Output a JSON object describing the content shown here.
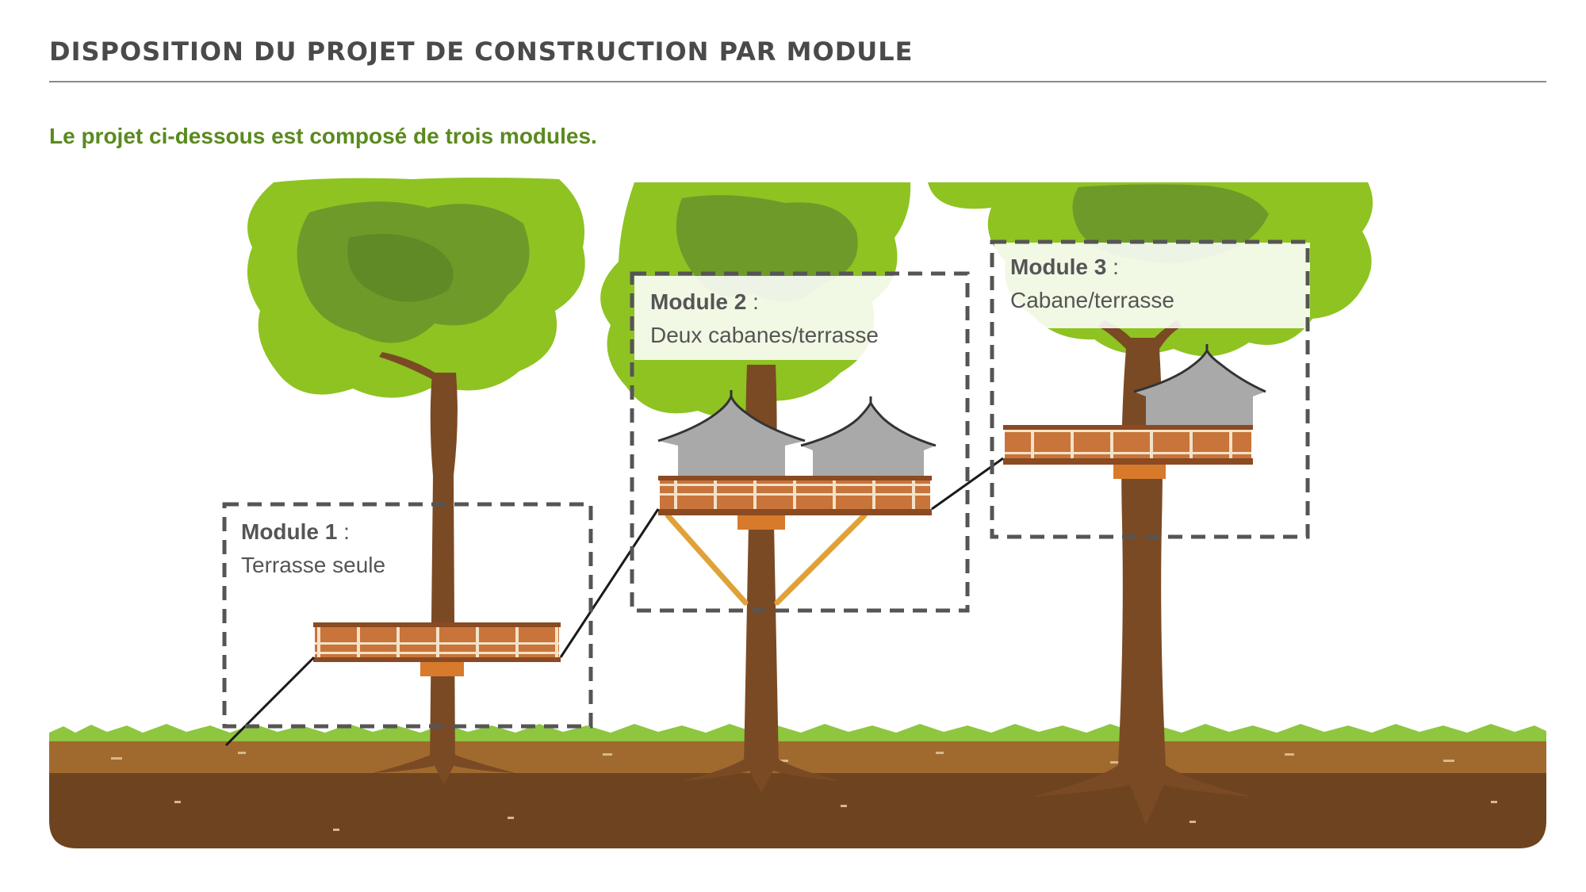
{
  "title": "DISPOSITION DU PROJET DE CONSTRUCTION PAR MODULE",
  "subtitle": "Le projet ci-dessous est composé de trois modules.",
  "modules": [
    {
      "name": "Module 1",
      "sep": " :",
      "desc": "Terrasse seule"
    },
    {
      "name": "Module 2",
      "sep": " :",
      "desc": "Deux cabanes/terrasse"
    },
    {
      "name": "Module 3",
      "sep": " :",
      "desc": "Cabane/terrasse"
    }
  ],
  "colors": {
    "title": "#4a4a4a",
    "subtitle": "#5a8a1e",
    "foliage_light": "#8ec322",
    "foliage_dark": "#6e9a2a",
    "trunk": "#7a4a25",
    "deck_wood": "#c8743a",
    "tent": "#a9a9a9",
    "soil_top": "#a06a2e",
    "soil_bottom": "#6e4420",
    "grass": "#8ec63f",
    "dashed_frame": "#555555"
  }
}
